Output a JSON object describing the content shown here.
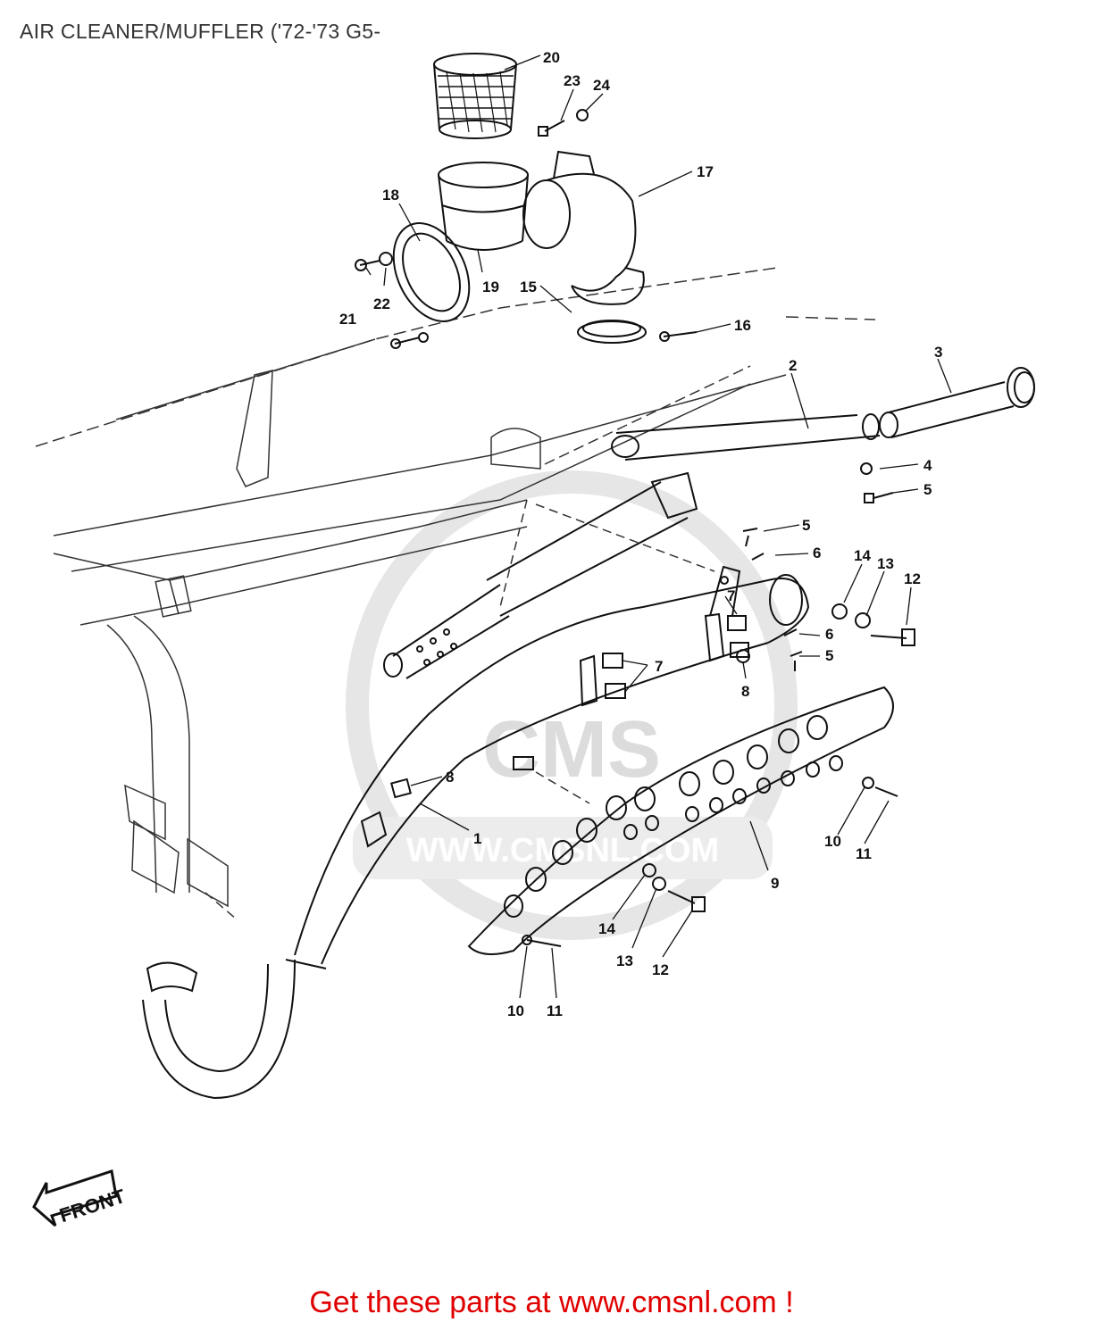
{
  "title": "AIR CLEANER/MUFFLER ('72-'73 G5-",
  "watermark": {
    "site": "WWW.CMSNL.COM",
    "logo": "CMS"
  },
  "orientation_label": "FRONT",
  "footer": {
    "link_text": "Get these parts at www.cmsnl.com !"
  },
  "colors": {
    "footer_text": "#e00000",
    "line_art": "#111111",
    "watermark": "#dcdcdc"
  },
  "callouts": [
    {
      "id": "c1",
      "label": "1"
    },
    {
      "id": "c2",
      "label": "2"
    },
    {
      "id": "c3",
      "label": "3"
    },
    {
      "id": "c4",
      "label": "4"
    },
    {
      "id": "c5a",
      "label": "5"
    },
    {
      "id": "c5b",
      "label": "5"
    },
    {
      "id": "c5c",
      "label": "5"
    },
    {
      "id": "c6a",
      "label": "6"
    },
    {
      "id": "c6b",
      "label": "6"
    },
    {
      "id": "c7a",
      "label": "7"
    },
    {
      "id": "c7b",
      "label": "7"
    },
    {
      "id": "c8a",
      "label": "8"
    },
    {
      "id": "c8b",
      "label": "8"
    },
    {
      "id": "c9",
      "label": "9"
    },
    {
      "id": "c10a",
      "label": "10"
    },
    {
      "id": "c10b",
      "label": "10"
    },
    {
      "id": "c11a",
      "label": "11"
    },
    {
      "id": "c11b",
      "label": "11"
    },
    {
      "id": "c12a",
      "label": "12"
    },
    {
      "id": "c12b",
      "label": "12"
    },
    {
      "id": "c13a",
      "label": "13"
    },
    {
      "id": "c13b",
      "label": "13"
    },
    {
      "id": "c14a",
      "label": "14"
    },
    {
      "id": "c14b",
      "label": "14"
    },
    {
      "id": "c15",
      "label": "15"
    },
    {
      "id": "c16",
      "label": "16"
    },
    {
      "id": "c17",
      "label": "17"
    },
    {
      "id": "c18",
      "label": "18"
    },
    {
      "id": "c19",
      "label": "19"
    },
    {
      "id": "c20",
      "label": "20"
    },
    {
      "id": "c21",
      "label": "21"
    },
    {
      "id": "c22",
      "label": "22"
    },
    {
      "id": "c23",
      "label": "23"
    },
    {
      "id": "c24",
      "label": "24"
    }
  ]
}
